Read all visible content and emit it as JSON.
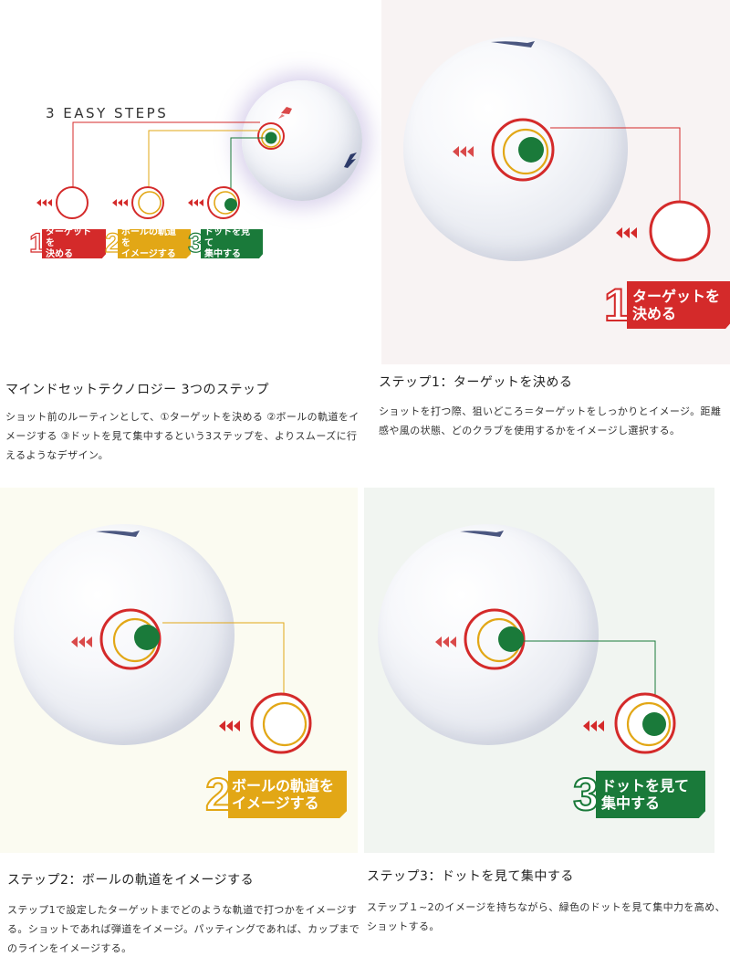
{
  "colors": {
    "red": "#d42a2a",
    "yellow": "#e2a716",
    "green": "#1a7a3a",
    "step1_bg": "#f8f3f3",
    "step2_bg": "#fbfbf1",
    "step3_bg": "#f1f5f1"
  },
  "overview": {
    "banner": "3 EASY STEPS",
    "tags": [
      {
        "num": "1",
        "line1": "ターゲットを",
        "line2": "決める"
      },
      {
        "num": "2",
        "line1": "ボールの軌道を",
        "line2": "イメージする"
      },
      {
        "num": "3",
        "line1": "ドットを見て",
        "line2": "集中する"
      }
    ],
    "title": "マインドセットテクノロジー 3つのステップ",
    "body": "ショット前のルーティンとして、①ターゲットを決める ②ボールの軌道をイメージする ③ドットを見て集中するという3ステップを、よりスムーズに行えるようなデザイン。"
  },
  "step1": {
    "tag": {
      "num": "1",
      "line1": "ターゲットを",
      "line2": "決める"
    },
    "title": "ステップ1：ターゲットを決める",
    "body": "ショットを打つ際、狙いどころ＝ターゲットをしっかりとイメージ。距離感や風の状態、どのクラブを使用するかをイメージし選択する。"
  },
  "step2": {
    "tag": {
      "num": "2",
      "line1": "ボールの軌道を",
      "line2": "イメージする"
    },
    "title": "ステップ2：ボールの軌道をイメージする",
    "body": "ステップ1で設定したターゲットまでどのような軌道で打つかをイメージする。ショットであれば弾道をイメージ。パッティングであれば、カップまでのラインをイメージする。"
  },
  "step3": {
    "tag": {
      "num": "3",
      "line1": "ドットを見て",
      "line2": "集中する"
    },
    "title": "ステップ3：ドットを見て集中する",
    "body": "ステップ１~2のイメージを持ちながら、緑色のドットを見て集中力を高め、ショットする。"
  }
}
